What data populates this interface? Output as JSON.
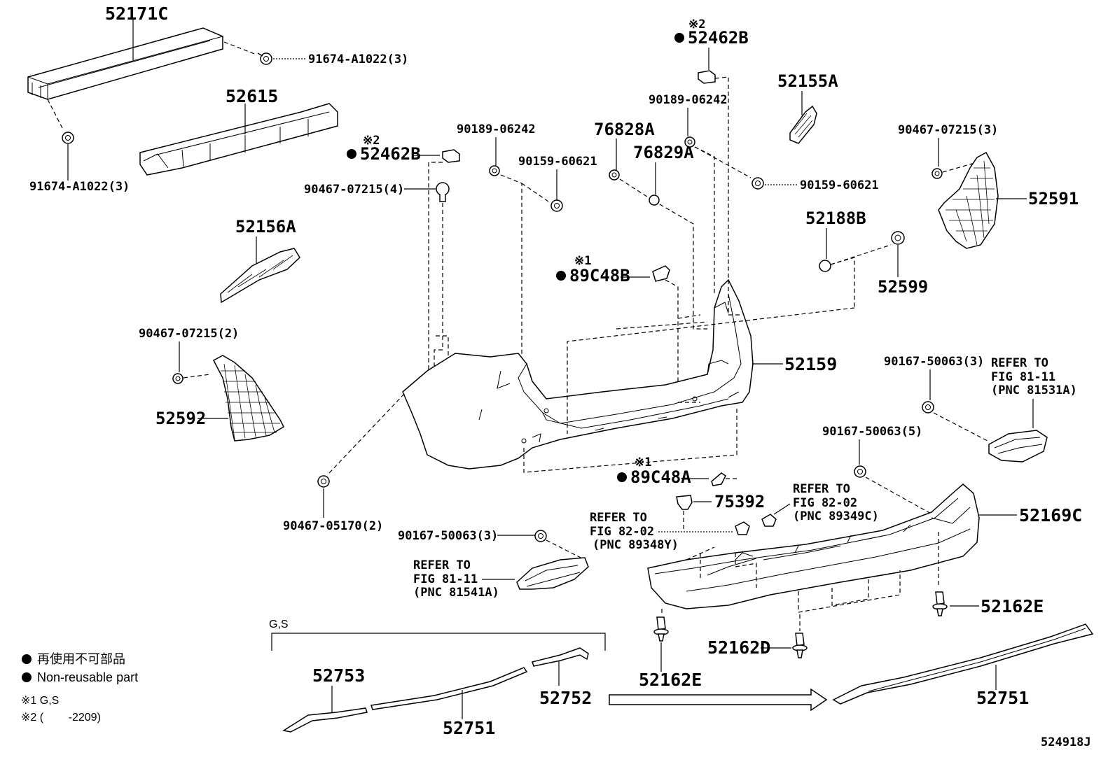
{
  "diagram_code": "524918J",
  "labels": {
    "p52171C": "52171C",
    "p91674_top": "91674-A1022(3)",
    "p91674_left": "91674-A1022(3)",
    "p52615": "52615",
    "p52462B_mid_mark": "※2",
    "p52462B_mid": "52462B",
    "p52462B_top_mark": "※2",
    "p52462B_top": "52462B",
    "p90467_4": "90467-07215(4)",
    "p90189_left": "90189-06242",
    "p90159_left": "90159-60621",
    "p76828A": "76828A",
    "p76829A": "76829A",
    "p90189_right": "90189-06242",
    "p90159_right": "90159-60621",
    "p52155A": "52155A",
    "p90467_3": "90467-07215(3)",
    "p52591": "52591",
    "p52188B": "52188B",
    "p52599": "52599",
    "p52156A": "52156A",
    "p89C48B_mark": "※1",
    "p89C48B": "89C48B",
    "p90467_2": "90467-07215(2)",
    "p52592": "52592",
    "p52159": "52159",
    "p90167_3_right": "90167-50063(3)",
    "p_refer_81531_1": "REFER TO",
    "p_refer_81531_2": "FIG 81-11",
    "p_refer_81531_3": "(PNC 81531A)",
    "p90167_5": "90167-50063(5)",
    "p89C48A_mark": "※1",
    "p89C48A": "89C48A",
    "p75392": "75392",
    "p_refer_89349_1": "REFER TO",
    "p_refer_89349_2": "FIG 82-02",
    "p_refer_89349_3": "(PNC 89349C)",
    "p_refer_89348_1": "REFER TO",
    "p_refer_89348_2": "FIG 82-02",
    "p_refer_89348_3": "(PNC 89348Y)",
    "p52169C": "52169C",
    "p90467_05170": "90467-05170(2)",
    "p90167_3_left": "90167-50063(3)",
    "p_refer_81541_1": "REFER TO",
    "p_refer_81541_2": "FIG 81-11",
    "p_refer_81541_3": "(PNC 81541A)",
    "p52162E_right": "52162E",
    "p52162D": "52162D",
    "p52162E_bottom": "52162E",
    "p_gs": "G,S",
    "p52753": "52753",
    "p52751_left": "52751",
    "p52752": "52752",
    "p52751_right": "52751"
  },
  "legend": {
    "non_reusable_jp": "再使用不可部品",
    "non_reusable_en": "Non-reusable part",
    "note1": "※1 G,S",
    "note2": "※2 (        -2209)"
  }
}
